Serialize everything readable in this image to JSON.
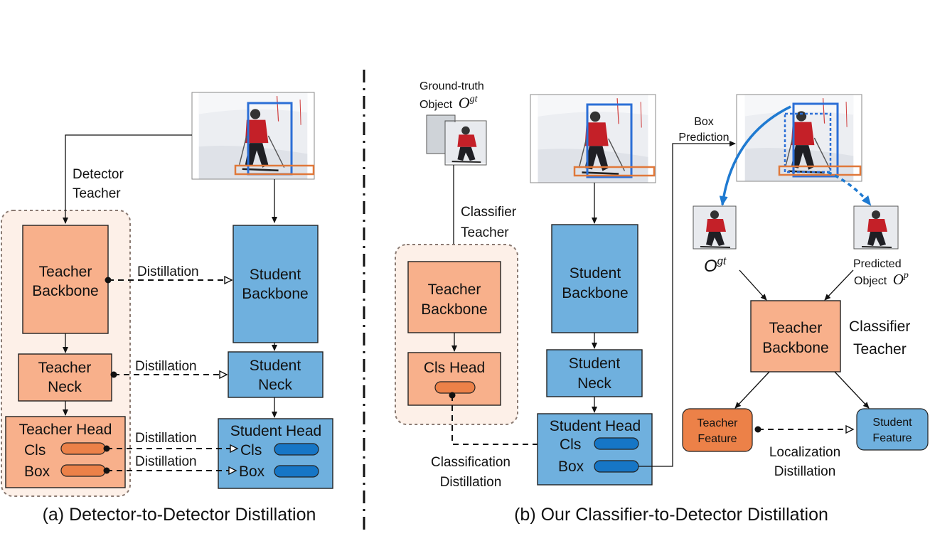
{
  "colors": {
    "teacher_fill": "#f8b08b",
    "teacher_bg": "#fdf0e8",
    "student_fill": "#6fb0de",
    "pill_orange": "#ec8148",
    "pill_blue": "#1676c6",
    "arrow_blue": "#1f7ad1",
    "gt_box": "#2c6fd6",
    "ski_box": "#e0783a"
  },
  "left": {
    "teacher_edge_label": [
      "Detector",
      "Teacher"
    ],
    "teacher_backbone": [
      "Teacher",
      "Backbone"
    ],
    "teacher_neck": [
      "Teacher",
      "Neck"
    ],
    "teacher_head": "Teacher Head",
    "head_cls": "Cls",
    "head_box": "Box",
    "student_backbone": [
      "Student",
      "Backbone"
    ],
    "student_neck": [
      "Student",
      "Neck"
    ],
    "student_head": "Student Head",
    "distill_label": "Distillation",
    "caption": "(a) Detector-to-Detector Distillation"
  },
  "right": {
    "gt_object_label": "Ground-truth",
    "gt_object_label2": "Object",
    "gt_symbol": "O",
    "gt_sup": "gt",
    "classifier_teacher_edge": [
      "Classifier",
      "Teacher"
    ],
    "teacher_backbone": [
      "Teacher",
      "Backbone"
    ],
    "cls_head": "Cls Head",
    "classification_distillation": [
      "Classification",
      "Distillation"
    ],
    "student_backbone": [
      "Student",
      "Backbone"
    ],
    "student_neck": [
      "Student",
      "Neck"
    ],
    "student_head": "Student Head",
    "head_cls": "Cls",
    "head_box": "Box",
    "box_prediction": [
      "Box",
      "Prediction"
    ],
    "o_gt_symbol": "O",
    "o_gt_sup": "gt",
    "predicted_label": [
      "Predicted",
      "Object"
    ],
    "pred_symbol": "O",
    "pred_sup": "p",
    "teacher_backbone_2": [
      "Teacher",
      "Backbone"
    ],
    "classifier_teacher_label": [
      "Classifier",
      "Teacher"
    ],
    "teacher_feature": [
      "Teacher",
      "Feature"
    ],
    "student_feature": [
      "Student",
      "Feature"
    ],
    "localization_distillation": [
      "Localization",
      "Distillation"
    ],
    "caption": "(b) Our Classifier-to-Detector Distillation"
  }
}
